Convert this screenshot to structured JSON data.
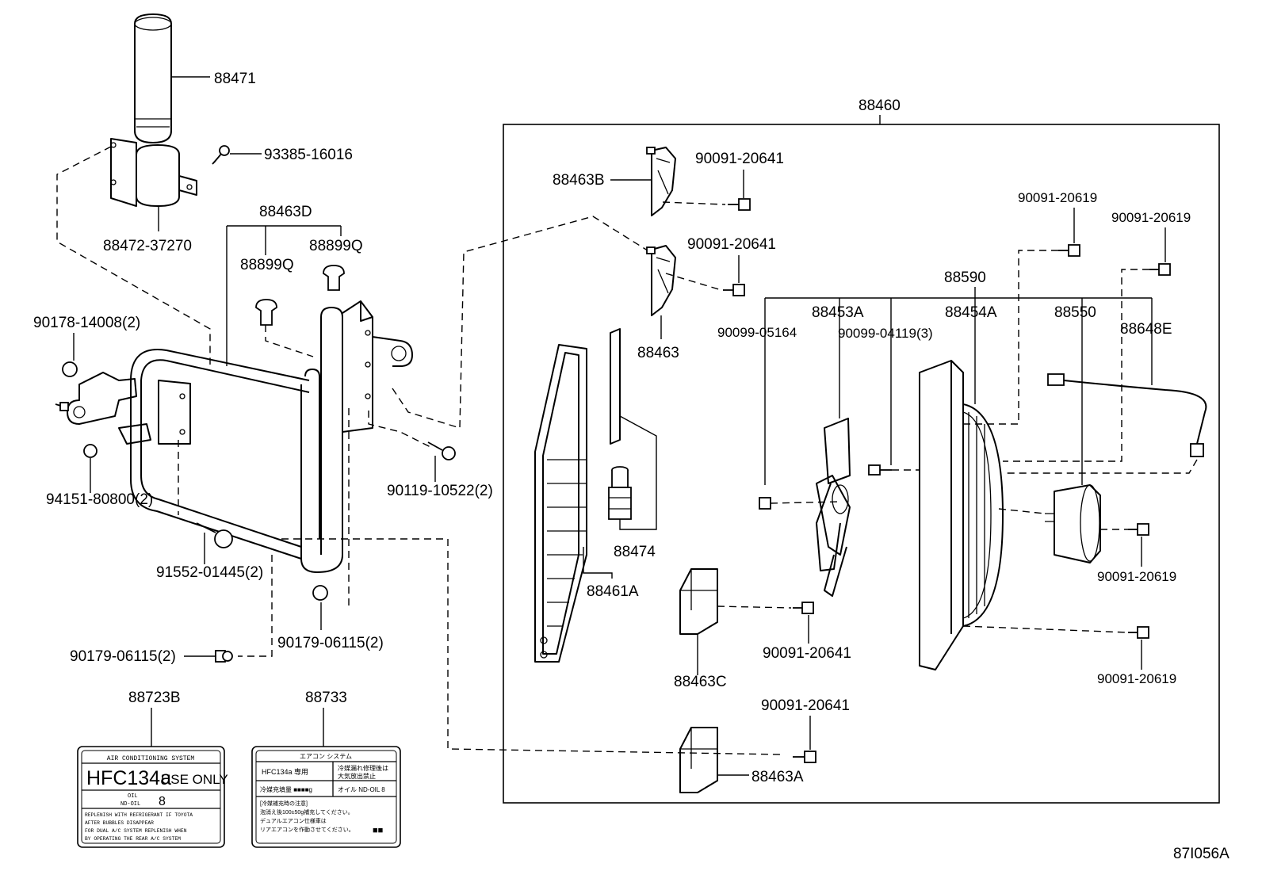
{
  "diagram_id": "87I056A",
  "parts": {
    "p88471": "88471",
    "p93385": "93385-16016",
    "p88472": "88472-37270",
    "p88463D": "88463D",
    "p88899Q_a": "88899Q",
    "p88899Q_b": "88899Q",
    "p90178": "90178-14008(2)",
    "p94151": "94151-80800(2)",
    "p91552": "91552-01445(2)",
    "p90179_a": "90179-06115(2)",
    "p90179_b": "90179-06115(2)",
    "p90119": "90119-10522(2)",
    "p88460": "88460",
    "p88463B": "88463B",
    "p90091_20641_a": "90091-20641",
    "p90091_20641_b": "90091-20641",
    "p88463": "88463",
    "p90091_20619_a": "90091-20619",
    "p90091_20619_b": "90091-20619",
    "p88590": "88590",
    "p90099_05164": "90099-05164",
    "p88453A": "88453A",
    "p90099_04119": "90099-04119(3)",
    "p88454A": "88454A",
    "p88550": "88550",
    "p88648E": "88648E",
    "p88474": "88474",
    "p88461A": "88461A",
    "p90091_20619_c": "90091-20619",
    "p90091_20641_c": "90091-20641",
    "p88463C": "88463C",
    "p90091_20619_d": "90091-20619",
    "p90091_20641_d": "90091-20641",
    "p88463A": "88463A",
    "p88723B": "88723B",
    "p88733": "88733"
  },
  "sticker_88723B": {
    "header": "AIR CONDITIONING SYSTEM",
    "refrigerant": "HFC134a",
    "use_only": "USE ONLY",
    "oil_label": "OIL",
    "oil_code": "ND-OIL",
    "oil_num": "8",
    "warn_1": "REPLENISH WITH REFRIGERANT IF TOYOTA",
    "warn_2": "AFTER BUBBLES DISAPPEAR",
    "warn_3": "FOR DUAL A/C SYSTEM REPLENISH WHEN",
    "warn_4": "BY OPERATING THE REAR A/C SYSTEM"
  },
  "sticker_88733": {
    "header": "エアコン システム",
    "refrigerant": "HFC134a 専用",
    "right_top": "冷媒漏れ修理後は",
    "right_top2": "大気放出禁止",
    "charge": "冷媒充填量 ■■■■g",
    "oil": "オイル ND-OIL 8",
    "note_1": "[冷媒補充時の注意]",
    "note_2": "泡消え後100±50g補充してください。",
    "note_3": "デュアルエアコン仕様車は",
    "note_4": "リアエアコンを作動させてください。",
    "mark": "■■"
  }
}
